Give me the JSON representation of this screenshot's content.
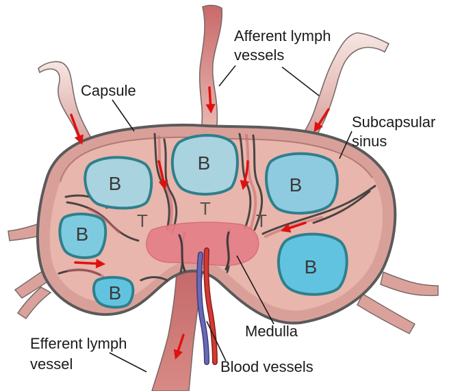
{
  "labels": {
    "afferent_line1": "Afferent lymph",
    "afferent_line2": "vessels",
    "capsule": "Capsule",
    "subcapsular_line1": "Subcapsular",
    "subcapsular_line2": "sinus",
    "medulla": "Medulla",
    "efferent_line1": "Efferent lymph",
    "efferent_line2": "vessel",
    "blood_vessels": "Blood vessels"
  },
  "regions": {
    "b": "B",
    "t": "T"
  },
  "colors": {
    "capsule_fill": "#d9a09a",
    "capsule_outline": "#5a5a5a",
    "cortex_fill": "#e8b6ac",
    "follicle_light": "#a9d3de",
    "follicle_mid": "#8fcbe0",
    "follicle_bright": "#62c3e0",
    "follicle_outline": "#2f7f8c",
    "medulla_fill": "#e57f88",
    "vessel_fill": "#cf7777",
    "artery": "#d23a34",
    "vein": "#5f5faa",
    "arrow": "#e01010"
  }
}
